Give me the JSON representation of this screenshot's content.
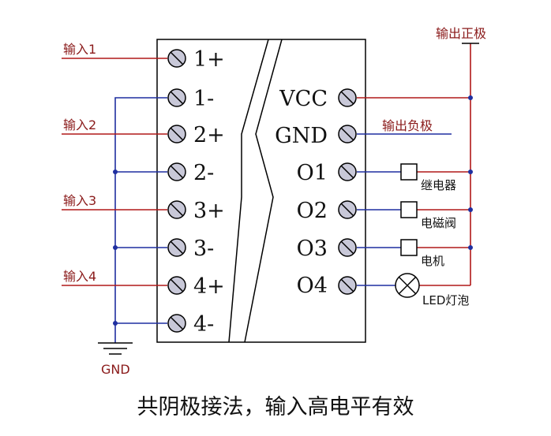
{
  "left_pins": [
    "1+",
    "1-",
    "2+",
    "2-",
    "3+",
    "3-",
    "4+",
    "4-"
  ],
  "right_pins": [
    "VCC",
    "GND",
    "O1",
    "O2",
    "O3",
    "O4"
  ],
  "inputs": [
    "输入1",
    "输入2",
    "输入3",
    "输入4"
  ],
  "gnd_label": "GND",
  "output_pos_label": "输出正极",
  "output_neg_label": "输出负极",
  "loads": [
    "继电器",
    "电磁阀",
    "电机",
    "LED灯泡"
  ],
  "caption": "共阴极接法，输入高电平有效",
  "colors": {
    "positive_wire": "#b01818",
    "negative_wire": "#1f2fa0"
  }
}
